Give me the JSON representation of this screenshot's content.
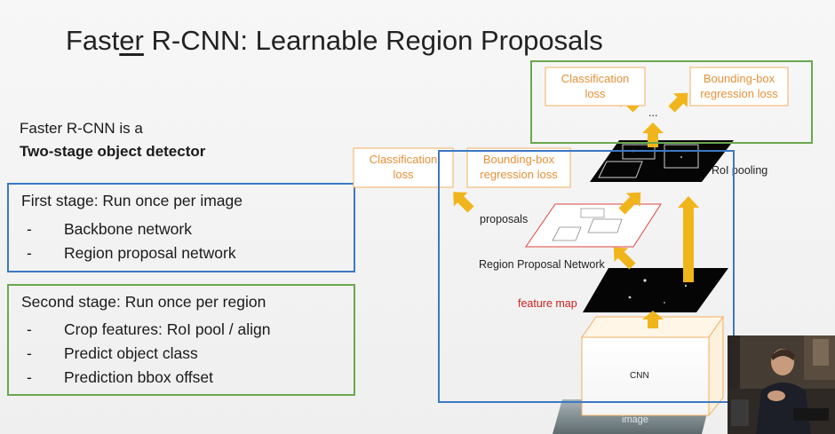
{
  "slide": {
    "title_prefix": "Fast",
    "title_underlined": "er",
    "title_suffix": " R-CNN: Learnable Region Proposals"
  },
  "intro": {
    "line1": "Faster R-CNN is a",
    "line2": "Two-stage object detector"
  },
  "first_stage": {
    "heading": "First stage: Run once per image",
    "items": [
      "Backbone network",
      "Region proposal network"
    ]
  },
  "second_stage": {
    "heading": "Second stage: Run once per region",
    "items": [
      "Crop features: RoI pool / align",
      "Predict object class",
      "Prediction bbox offset"
    ]
  },
  "diagram": {
    "top_cls_loss": [
      "Classification",
      "loss"
    ],
    "top_bbox_loss": [
      "Bounding-box",
      "regression loss"
    ],
    "ellipsis": "...",
    "mid_cls_loss": [
      "Classification",
      "loss"
    ],
    "mid_bbox_loss": [
      "Bounding-box",
      "regression loss"
    ],
    "roi_pooling": "RoI pooling",
    "proposals": "proposals",
    "rpn": "Region Proposal Network",
    "feature_map": "feature map",
    "cnn": "CNN",
    "image": "image"
  },
  "dash": "-",
  "colors": {
    "blue_box": "#3b78c4",
    "green_box": "#6aa84f",
    "orange": "#e69138",
    "arrow": "#f1b51c",
    "red": "#cc2222"
  }
}
